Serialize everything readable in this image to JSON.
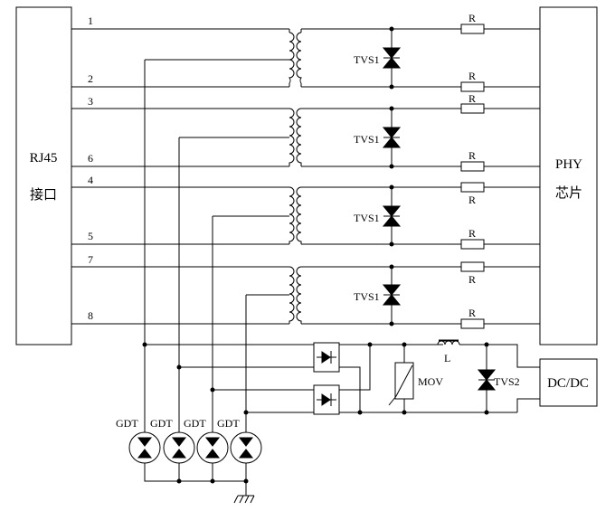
{
  "blocks": {
    "rj45_line1": "RJ45",
    "rj45_line2": "接口",
    "phy_line1": "PHY",
    "phy_line2": "芯片",
    "dcdc": "DC/DC"
  },
  "pin_labels": [
    "1",
    "2",
    "3",
    "6",
    "4",
    "5",
    "7",
    "8"
  ],
  "resistor_label": "R",
  "tvs1_label": "TVS1",
  "tvs2_label": "TVS2",
  "mov_label": "MOV",
  "inductor_label": "L",
  "gdt_label": "GDT"
}
